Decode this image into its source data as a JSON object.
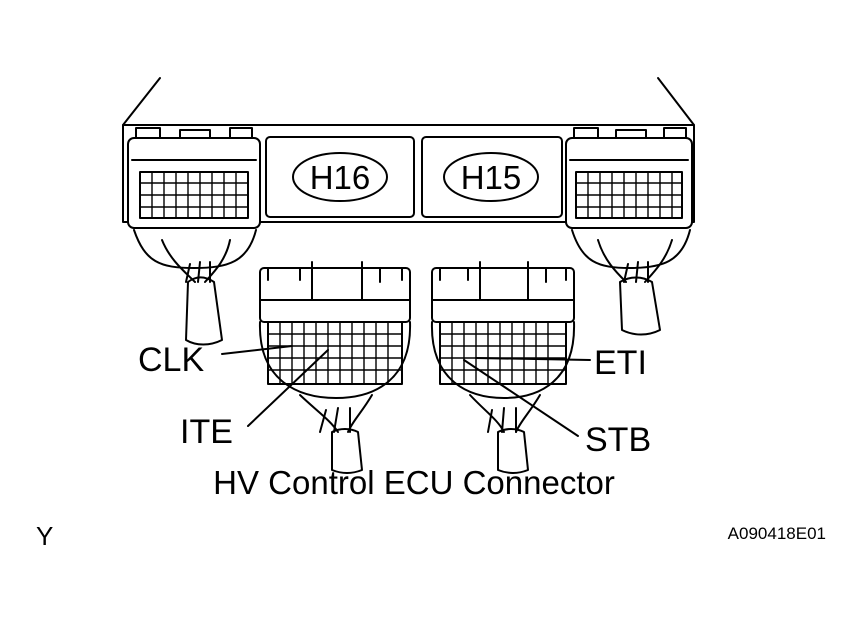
{
  "connectors": [
    {
      "id": "H16",
      "label": "H16"
    },
    {
      "id": "H15",
      "label": "H15"
    }
  ],
  "callouts": {
    "clk": "CLK",
    "ite": "ITE",
    "eti": "ETI",
    "stb": "STB"
  },
  "caption": "HV Control ECU Connector",
  "corner_letter": "Y",
  "figure_code": "A090418E01"
}
